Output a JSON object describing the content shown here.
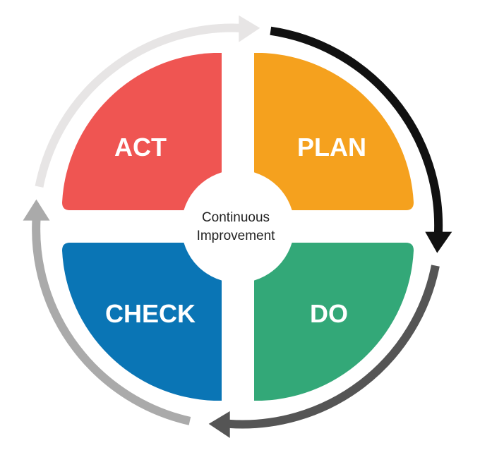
{
  "diagram": {
    "center": {
      "line1": "Continuous",
      "line2": "Improvement"
    },
    "quadrants": {
      "plan": {
        "label": "PLAN",
        "color": "#F5A11E"
      },
      "do": {
        "label": "DO",
        "color": "#33A878"
      },
      "check": {
        "label": "CHECK",
        "color": "#0A75B5"
      },
      "act": {
        "label": "ACT",
        "color": "#EF5552"
      }
    },
    "arrows": {
      "plan_to_do": {
        "color": "#111111",
        "icon": "clockwise-arrow"
      },
      "do_to_check": {
        "color": "#555555",
        "icon": "clockwise-arrow"
      },
      "check_to_act": {
        "color": "#AAAAAA",
        "icon": "clockwise-arrow"
      },
      "act_to_plan": {
        "color": "#E7E5E5",
        "icon": "clockwise-arrow"
      }
    }
  }
}
